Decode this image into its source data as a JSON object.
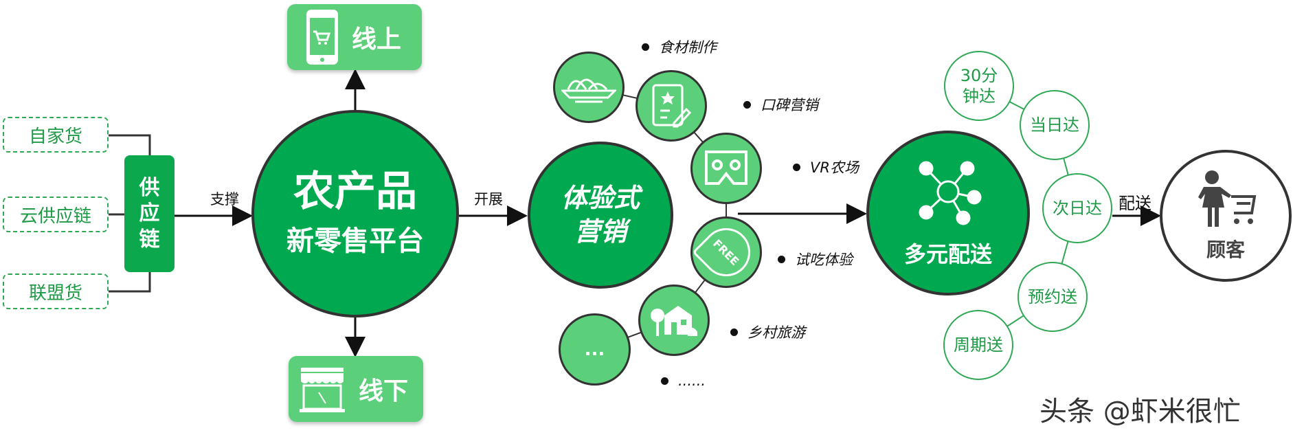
{
  "sources": [
    "自家货",
    "云供应链",
    "联盟货"
  ],
  "supply_chain": [
    "供",
    "应",
    "链"
  ],
  "edges": {
    "support": "支撑",
    "develop": "开展",
    "deliver": "配送"
  },
  "platform": {
    "line1": "农产品",
    "line2": "新零售平台"
  },
  "channels": {
    "online": "线上",
    "offline": "线下"
  },
  "experience": {
    "line1": "体验式",
    "line2": "营销",
    "more": "..."
  },
  "experience_items": [
    "食材制作",
    "口碑营销",
    "VR农场",
    "试吃体验",
    "乡村旅游",
    "......"
  ],
  "free_badge": "FREE",
  "delivery": {
    "title": "多元配送",
    "options": [
      "30分\n钟达",
      "当日达",
      "次日达",
      "预约送",
      "周期送"
    ]
  },
  "customer": "顾客",
  "watermark": "头条 @虾米很忙",
  "colors": {
    "dark_green": "#00a94f",
    "light_green": "#5ccf7a",
    "text_green": "#1f9a46",
    "outline": "#333333"
  }
}
